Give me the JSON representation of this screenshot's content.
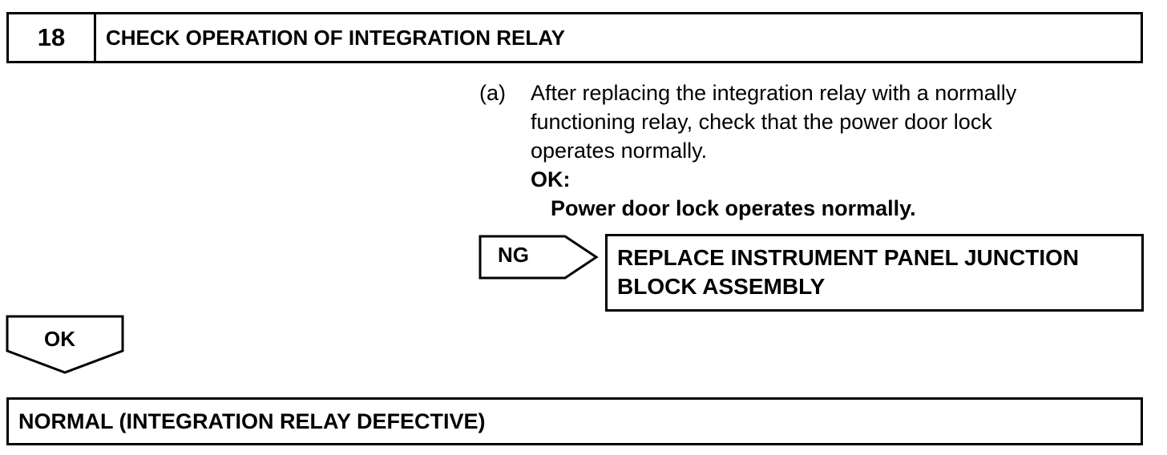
{
  "step": {
    "number": "18",
    "title": "CHECK OPERATION OF INTEGRATION RELAY"
  },
  "instruction": {
    "label": "(a)",
    "lines": [
      "After replacing the integration relay with a normally",
      "functioning relay, check that the power door lock",
      "operates normally."
    ],
    "ok_label": "OK:",
    "ok_criteria": "Power door lock operates normally."
  },
  "ng_branch": {
    "label": "NG",
    "result_lines": [
      "REPLACE INSTRUMENT PANEL JUNCTION",
      "BLOCK ASSEMBLY"
    ]
  },
  "ok_branch": {
    "label": "OK",
    "result": "NORMAL (INTEGRATION RELAY DEFECTIVE)"
  }
}
